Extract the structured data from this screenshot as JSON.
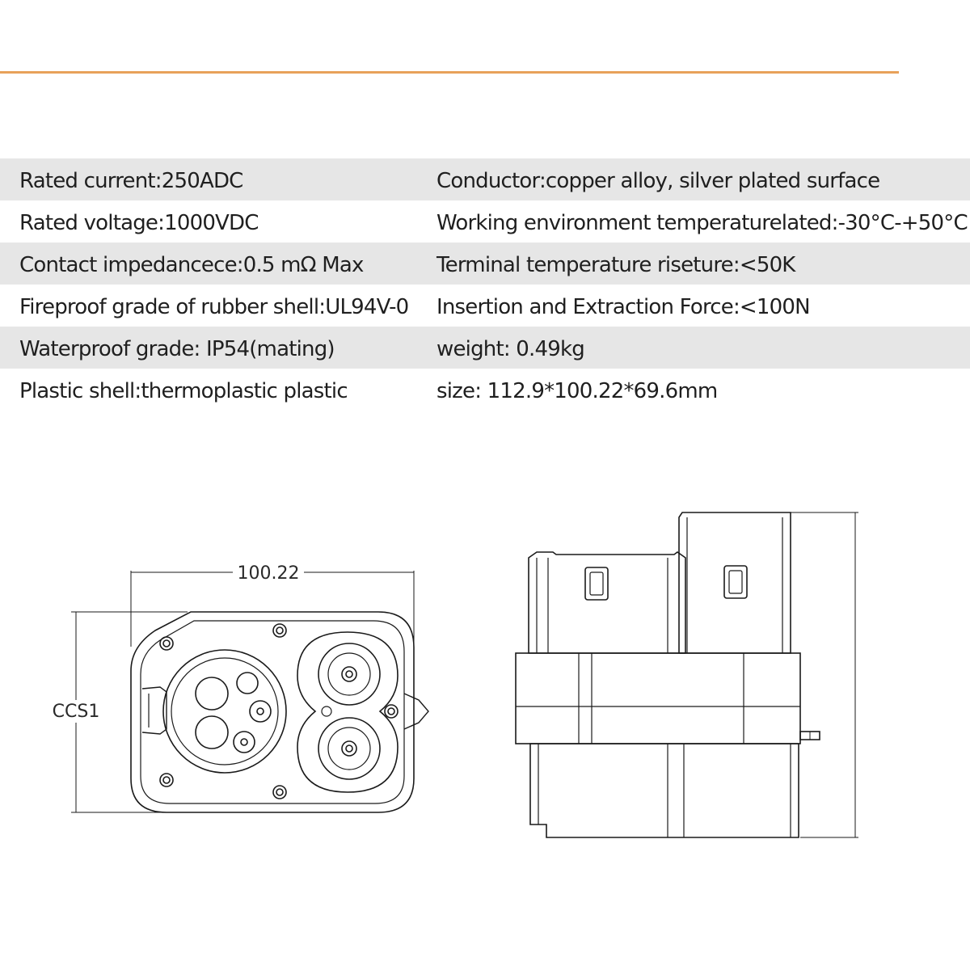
{
  "colors": {
    "accent": "#e8a25a",
    "row_shade": "#e6e6e6",
    "text": "#1f1f1f",
    "line": "#1a1a1a"
  },
  "specs": [
    {
      "left": "Rated current:250ADC",
      "right": "Conductor:copper alloy, silver plated surface"
    },
    {
      "left": "Rated voltage:1000VDC",
      "right": "Working environment temperaturelated:-30°C-+50°C"
    },
    {
      "left": "Contact impedancece:0.5 mΩ Max",
      "right": "Terminal temperature riseture:<50K"
    },
    {
      "left": "Fireproof grade of rubber shell:UL94V-0",
      "right": "Insertion and Extraction Force:<100N"
    },
    {
      "left": "Waterproof grade: IP54(mating)",
      "right": "weight: 0.49kg"
    },
    {
      "left": "Plastic shell:thermoplastic plastic",
      "right": "size: 112.9*100.22*69.6mm"
    }
  ],
  "drawing": {
    "width_dimension": "100.22",
    "height_label": "CCS1"
  }
}
